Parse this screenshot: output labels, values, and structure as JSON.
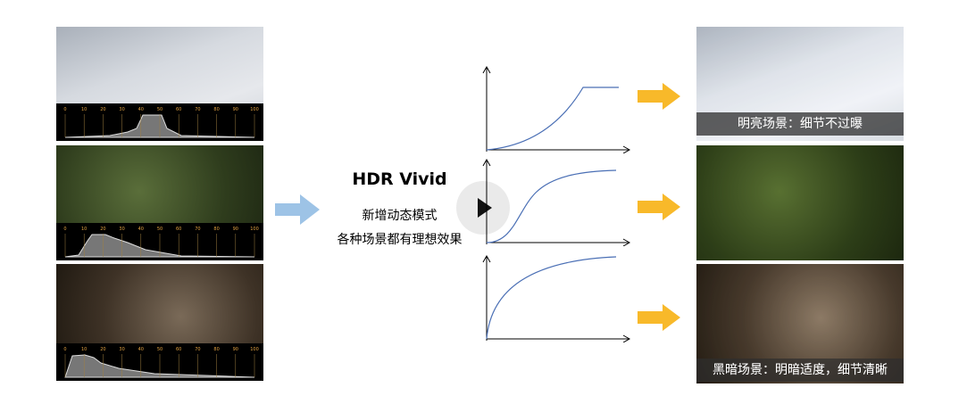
{
  "center": {
    "title": "HDR Vivid",
    "line1": "新增动态模式",
    "line2": "各种场景都有理想效果"
  },
  "histogram_ticks": [
    "0",
    "10",
    "20",
    "30",
    "40",
    "50",
    "60",
    "70",
    "80",
    "90",
    "100"
  ],
  "right_captions": {
    "bright": "明亮场景：细节不过曝",
    "dark": "黑暗场景：明暗适度，细节清晰"
  },
  "colors": {
    "blue_arrow": "#9dc3e6",
    "yellow_arrow": "#f8b92a",
    "curve": "#4a6fb5"
  }
}
